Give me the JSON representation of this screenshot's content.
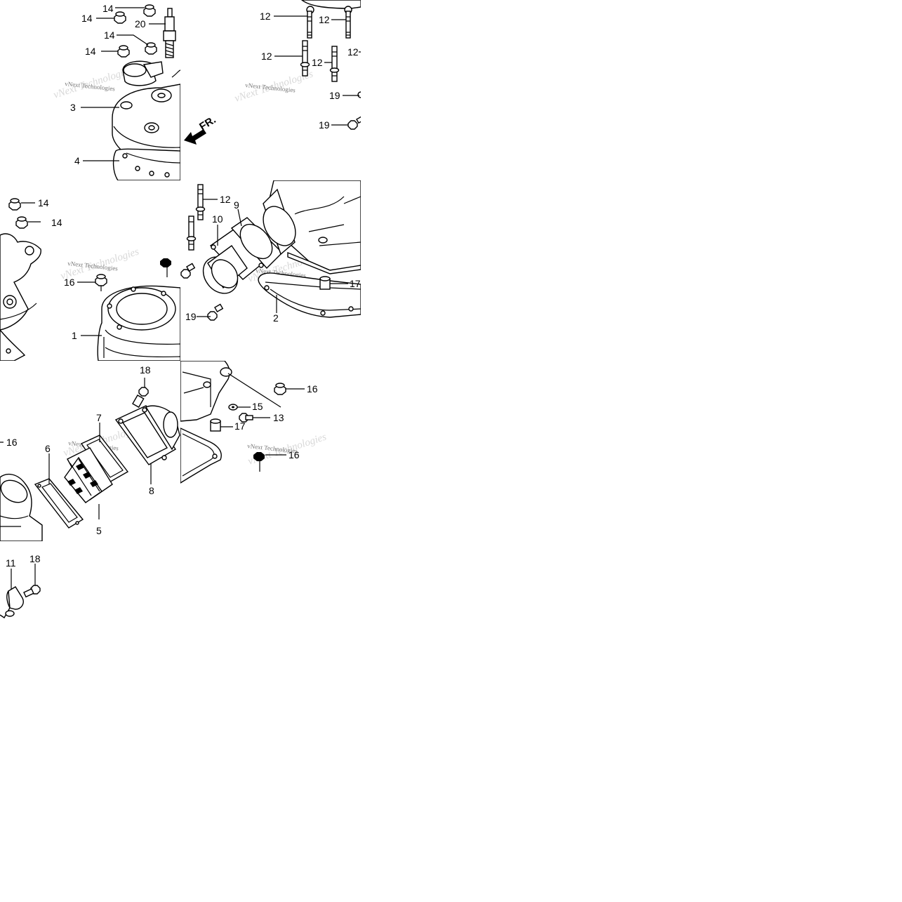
{
  "diagram": {
    "tiles": [
      {
        "id": "head-top-left"
      },
      {
        "id": "head-top-right"
      },
      {
        "id": "cylinder-mid-left"
      },
      {
        "id": "cylinder-mid-right"
      },
      {
        "id": "reed-lower-left"
      },
      {
        "id": "crankcase-lower-right"
      },
      {
        "id": "clamp-bottom"
      }
    ],
    "watermark": "vNext Technologies",
    "front_marker": "FR.",
    "labels": {
      "t1": [
        "14",
        "14",
        "20",
        "14",
        "14",
        "3",
        "4"
      ],
      "t2": [
        "12",
        "12",
        "12",
        "12",
        "12",
        "19",
        "19"
      ],
      "t3": [
        "14",
        "14",
        "16",
        "1"
      ],
      "t4": [
        "12",
        "10",
        "9",
        "19",
        "17",
        "2"
      ],
      "t5": [
        "18",
        "16",
        "6",
        "7",
        "8",
        "5"
      ],
      "t6": [
        "16",
        "15",
        "13",
        "17",
        "16"
      ],
      "t7": [
        "11",
        "18"
      ]
    }
  }
}
